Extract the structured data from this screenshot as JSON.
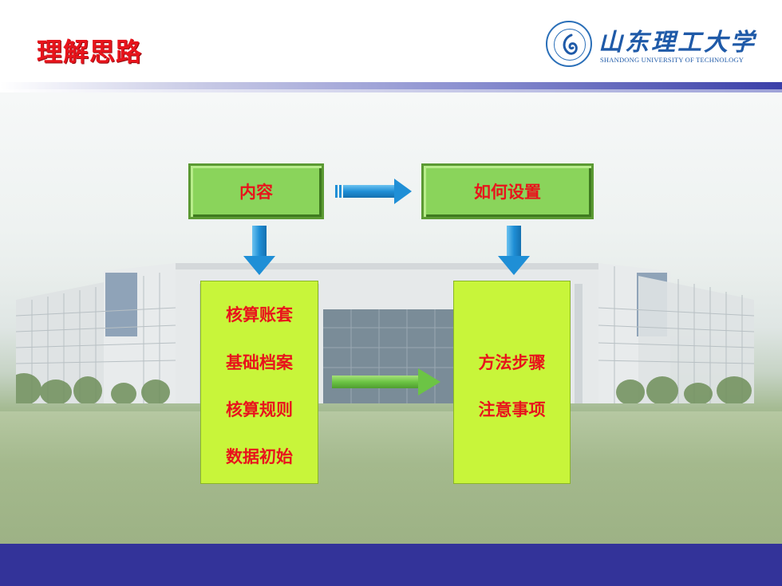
{
  "title": "理解思路",
  "logo": {
    "name_cn": "山东理工大学",
    "name_en": "SHANDONG UNIVERSITY OF TECHNOLOGY"
  },
  "boxes": {
    "content": "内容",
    "how_to_set": "如何设置"
  },
  "left_list": [
    "核算账套",
    "基础档案",
    "核算规则",
    "数据初始"
  ],
  "right_list": [
    "方法步骤",
    "注意事项"
  ],
  "colors": {
    "title_red": "#e8141c",
    "box_green": "#8ad45b",
    "list_lime": "#c8f53a",
    "arrow_blue": "#1f8fd6",
    "arrow_green": "#6cc445",
    "footer_navy": "#333399"
  }
}
